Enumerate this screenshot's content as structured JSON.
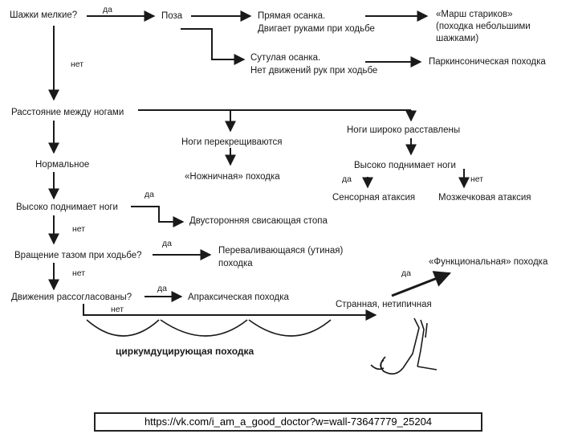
{
  "nodes": {
    "small_steps": "Шажки мелкие?",
    "posture": "Поза",
    "straight_posture_1": "Прямая осанка.",
    "straight_posture_2": "Двигает руками при ходьбе",
    "old_men_march_1": "«Марш стариков»",
    "old_men_march_2": "(походка небольшими",
    "old_men_march_3": "шажками)",
    "stooped_posture_1": "Сутулая осанка.",
    "stooped_posture_2": "Нет движений рук при ходьбе",
    "parkinsonian_gait": "Паркинсоническая походка",
    "distance_between_legs": "Расстояние между ногами",
    "legs_crossing": "Ноги перекрещиваются",
    "scissor_gait": "«Ножничная» походка",
    "legs_wide_apart": "Ноги широко расставлены",
    "high_stepping_wide": "Высоко поднимает ноги",
    "sensory_ataxia": "Сенсорная атаксия",
    "cerebellar_ataxia": "Мозжечковая атаксия",
    "normal": "Нормальное",
    "high_stepping": "Высоко поднимает ноги",
    "bilateral_foot_drop": "Двусторонняя свисающая стопа",
    "pelvis_rotation": "Вращение тазом при ходьбе?",
    "waddling_gait_1": "Переваливающаяся (утиная)",
    "waddling_gait_2": "походка",
    "movements_coordinated": "Движения рассогласованы?",
    "apraxic_gait": "Апраксическая походка",
    "functional_gait": "«Функциональная» походка",
    "strange_atypical": "Странная, нетипичная",
    "circumduction_gait": "циркумдуцирующая походка"
  },
  "labels": {
    "yes": "да",
    "no": "нет"
  },
  "footer": {
    "url": "https://vk.com/i_am_a_good_doctor?w=wall-73647779_25204"
  },
  "colors": {
    "line": "#1a1a1a",
    "text": "#1a1a1a",
    "background": "#ffffff"
  }
}
